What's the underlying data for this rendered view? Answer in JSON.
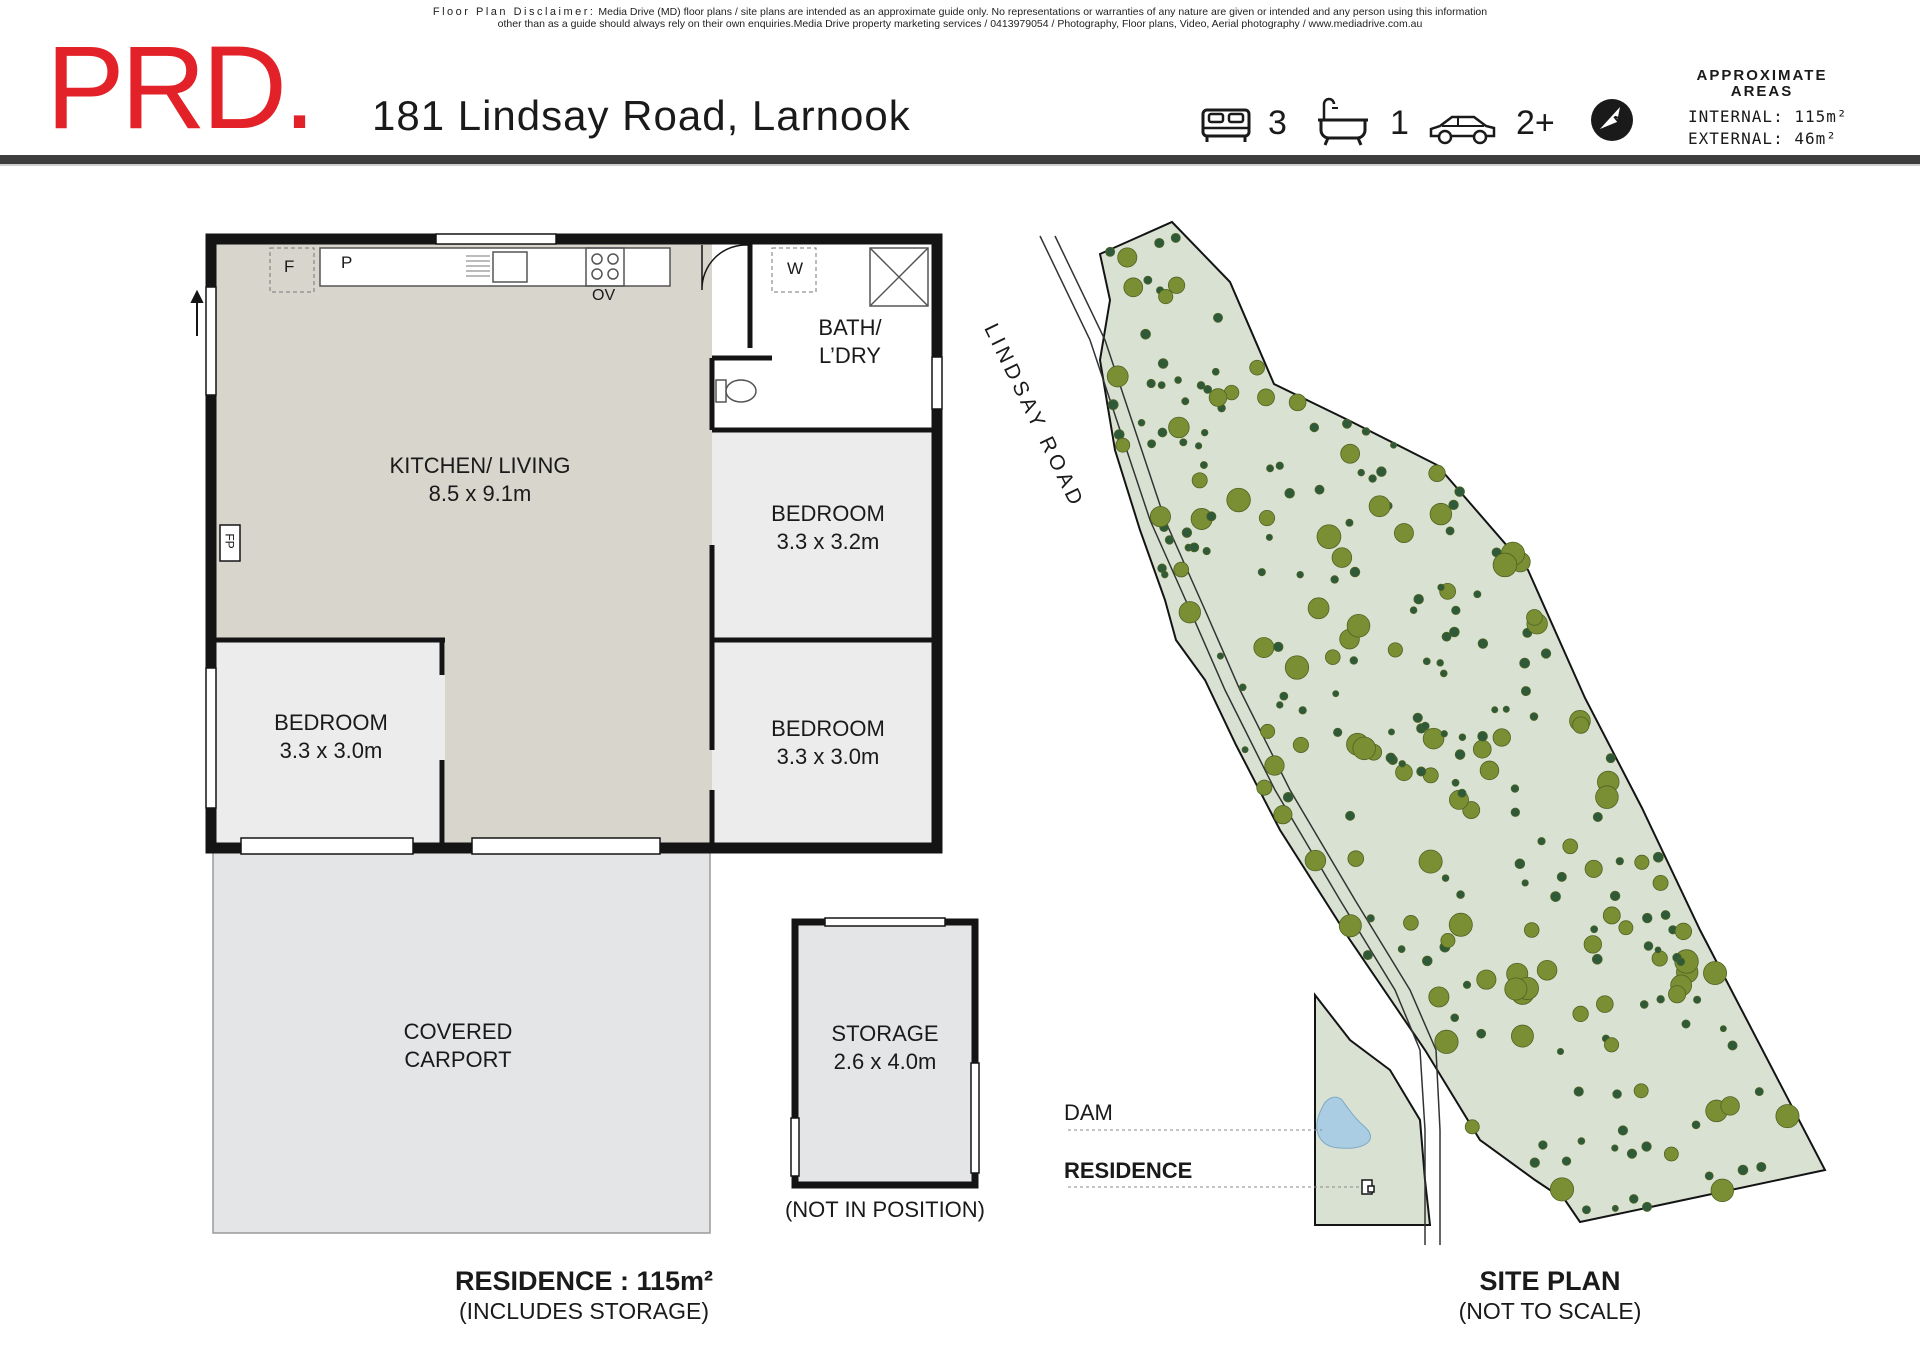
{
  "disclaimer": {
    "label": "Floor Plan Disclaimer:",
    "line1": "Media Drive (MD) floor plans / site plans are intended as an approximate guide only.  No representations or warranties of any nature are given or intended and any person using this information",
    "line2": "other than as a guide should always rely on their own enquiries.Media Drive property marketing services / 0413979054 / Photography, Floor plans,  Video, Aerial photography / www.mediadrive.com.au"
  },
  "brand": {
    "logo_text": "PRD",
    "logo_dot": ".",
    "accent_color": "#e32128"
  },
  "address": "181 Lindsay Road, Larnook",
  "stats": {
    "bedrooms": "3",
    "bathrooms": "1",
    "car_spaces": "2+",
    "bed_icon": "bed-icon",
    "bath_icon": "bath-icon",
    "car_icon": "car-icon",
    "north_icon": "north-arrow-icon"
  },
  "areas": {
    "title_line1": "APPROXIMATE",
    "title_line2": "AREAS",
    "internal_label": "INTERNAL:",
    "internal_value": "115m²",
    "external_label": "EXTERNAL:",
    "external_value": "46m²"
  },
  "floor_plan": {
    "fixtures": {
      "fridge": "F",
      "pantry": "P",
      "oven": "OV",
      "washer": "W",
      "fireplace": "FP"
    },
    "rooms": {
      "kitchen_name": "KITCHEN/ LIVING",
      "kitchen_size": "8.5 x 9.1m",
      "bath_line1": "BATH/",
      "bath_line2": "L’DRY",
      "bed1_name": "BEDROOM",
      "bed1_size": "3.3 x 3.2m",
      "bed2_name": "BEDROOM",
      "bed2_size": "3.3 x 3.0m",
      "bed3_name": "BEDROOM",
      "bed3_size": "3.3 x 3.0m",
      "carport_line1": "COVERED",
      "carport_line2": "CARPORT",
      "storage_name": "STORAGE",
      "storage_size": "2.6 x 4.0m",
      "storage_note": "(NOT IN POSITION)"
    },
    "caption_title": "RESIDENCE : 115m²",
    "caption_sub": "(INCLUDES STORAGE)"
  },
  "site_plan": {
    "road_label": "LINDSAY ROAD",
    "dam_label": "DAM",
    "residence_label": "RESIDENCE",
    "caption_title": "SITE PLAN",
    "caption_sub": "(NOT TO SCALE)",
    "land_color": "#d9e2d2",
    "tree_color": "#6d8a2c",
    "dam_color": "#aacde3"
  },
  "colors": {
    "living_floor": "#d7d5cc",
    "room_floor": "#ececec",
    "carport": "#e3e5e6",
    "wall": "#141414"
  }
}
